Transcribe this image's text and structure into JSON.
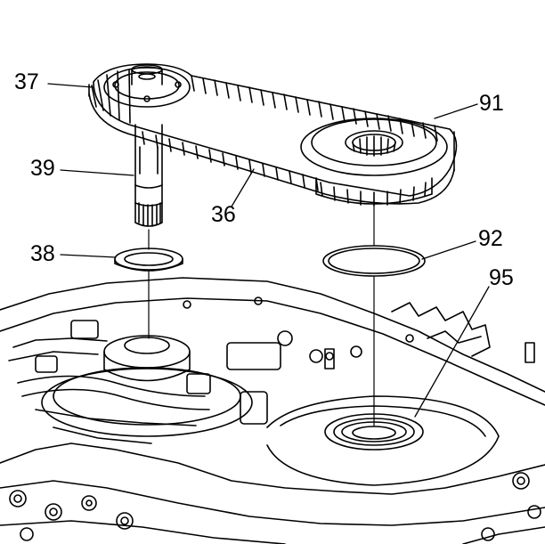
{
  "diagram": {
    "callouts": {
      "c37": "37",
      "c39": "39",
      "c38": "38",
      "c36": "36",
      "c91": "91",
      "c92": "92",
      "c95": "95"
    }
  }
}
